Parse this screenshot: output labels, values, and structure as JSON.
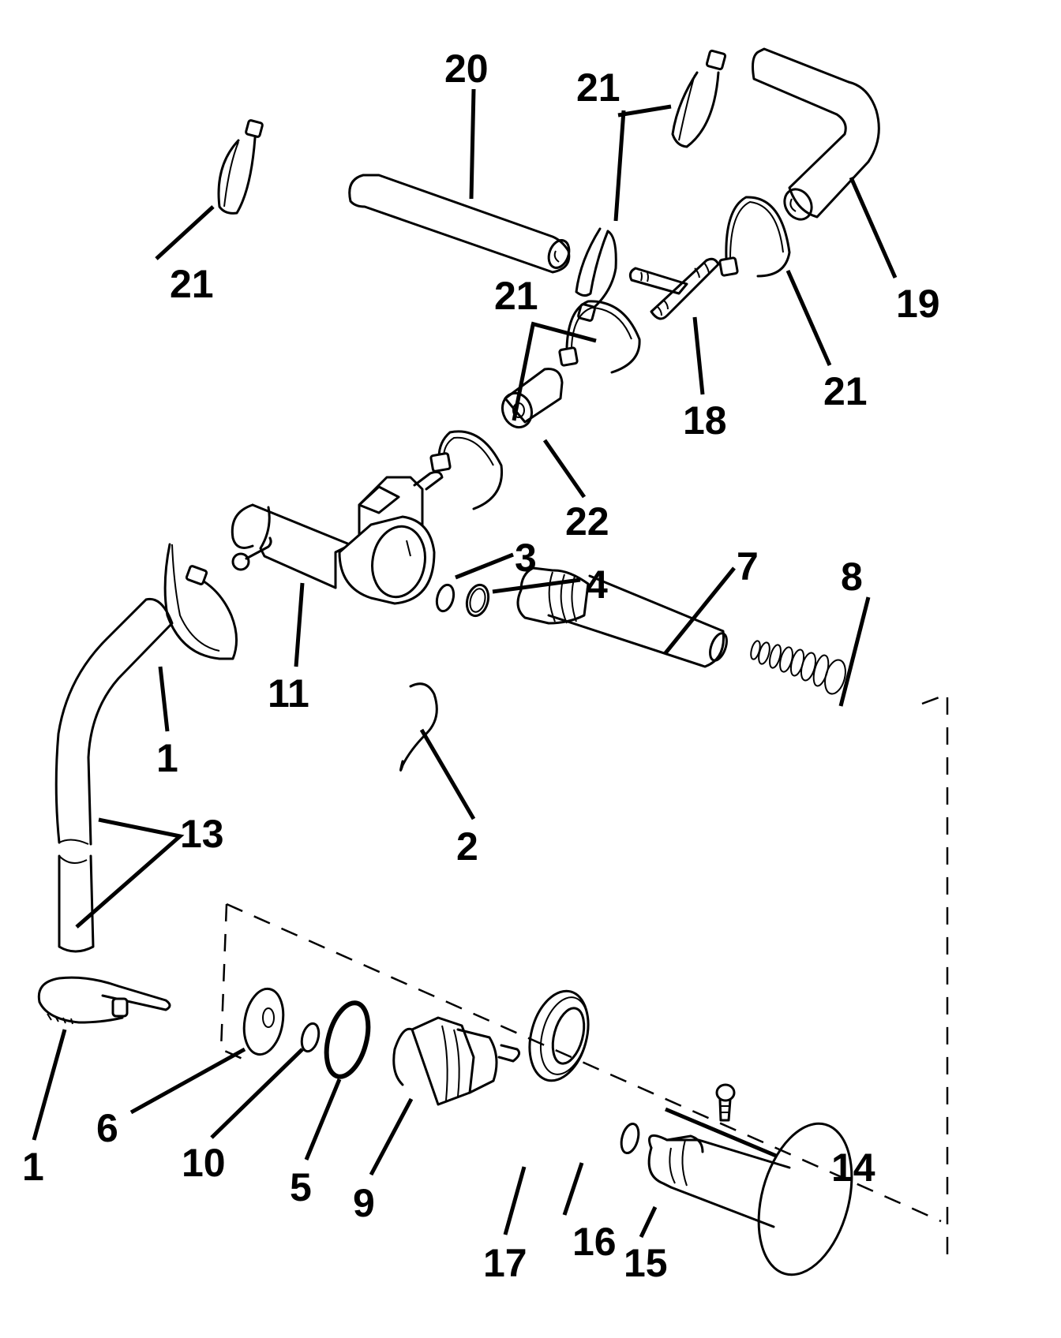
{
  "diagram": {
    "type": "exploded-parts-diagram",
    "ink_color": "#000000",
    "background_color": "#ffffff",
    "parts": [
      {
        "ref": "1",
        "part": "hose-clamp",
        "count": 2
      },
      {
        "ref": "2",
        "part": "retaining-ring"
      },
      {
        "ref": "3",
        "part": "o-ring-small"
      },
      {
        "ref": "4",
        "part": "o-ring"
      },
      {
        "ref": "5",
        "part": "seal-ring"
      },
      {
        "ref": "6",
        "part": "washer"
      },
      {
        "ref": "7",
        "part": "plunger-shaft"
      },
      {
        "ref": "8",
        "part": "spring"
      },
      {
        "ref": "9",
        "part": "threaded-fitting"
      },
      {
        "ref": "10",
        "part": "o-ring-small"
      },
      {
        "ref": "11",
        "part": "valve-body"
      },
      {
        "ref": "13",
        "part": "hose"
      },
      {
        "ref": "14",
        "part": "screw"
      },
      {
        "ref": "15",
        "part": "knob"
      },
      {
        "ref": "16",
        "part": "o-ring-small"
      },
      {
        "ref": "17",
        "part": "retainer-nut"
      },
      {
        "ref": "18",
        "part": "tee-fitting"
      },
      {
        "ref": "19",
        "part": "elbow-hose"
      },
      {
        "ref": "20",
        "part": "straight-hose"
      },
      {
        "ref": "21",
        "part": "cable-tie",
        "count": 6
      },
      {
        "ref": "22",
        "part": "connector-sleeve"
      }
    ],
    "labels": {
      "l20": "20",
      "l21_top": "21",
      "l21_left": "21",
      "l19": "19",
      "l21_mid": "21",
      "l21_right": "21",
      "l18": "18",
      "l22": "22",
      "l3": "3",
      "l4": "4",
      "l7": "7",
      "l8": "8",
      "l11": "11",
      "l1_top": "1",
      "l2": "2",
      "l13": "13",
      "l1_bottom": "1",
      "l6": "6",
      "l10": "10",
      "l5": "5",
      "l9": "9",
      "l17": "17",
      "l16": "16",
      "l15": "15",
      "l14": "14"
    }
  }
}
